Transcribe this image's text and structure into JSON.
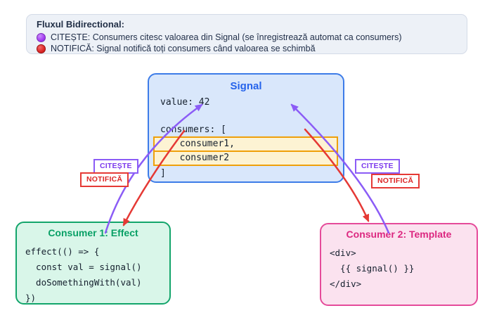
{
  "legend": {
    "title": "Fluxul Bidirectional:",
    "items": [
      {
        "icon": "purple-dot",
        "color": "#a33df0",
        "text": "CITEȘTE: Consumers citesc valoarea din Signal (se înregistrează automat ca consumers)"
      },
      {
        "icon": "red-dot",
        "color": "#dc2626",
        "text": "NOTIFICĂ: Signal notifică toți consumers când valoarea se schimbă"
      }
    ]
  },
  "signal_box": {
    "title": "Signal",
    "value_line": "value: 42",
    "consumers_open": "consumers: [",
    "consumer_rows": [
      "  consumer1,",
      "  consumer2"
    ],
    "close_bracket": "]"
  },
  "flow_labels": {
    "left_read": "CITEȘTE",
    "left_notify": "NOTIFICĂ",
    "right_read": "CITEȘTE",
    "right_notify": "NOTIFICĂ"
  },
  "consumer1_box": {
    "title": "Consumer 1: Effect",
    "code_lines": [
      "effect(() => {",
      "  const val = signal()",
      "  doSomethingWith(val)",
      "})"
    ]
  },
  "consumer2_box": {
    "title": "Consumer 2: Template",
    "code_lines": [
      "<div>",
      "  {{ signal() }}",
      "</div>"
    ]
  },
  "arrows": [
    {
      "name": "read-left",
      "meaning": "CITEȘTE",
      "color": "#8b5cf6"
    },
    {
      "name": "notify-left",
      "meaning": "NOTIFICĂ",
      "color": "#e53935"
    },
    {
      "name": "read-right",
      "meaning": "CITEȘTE",
      "color": "#8b5cf6"
    },
    {
      "name": "notify-right",
      "meaning": "NOTIFICĂ",
      "color": "#e53935"
    }
  ],
  "colors": {
    "signal_accent": "#2563eb",
    "signal_border": "#3d7ce8",
    "signal_bg": "#d9e7fb",
    "highlight_border": "#efa00b",
    "highlight_bg": "#fdf3d3",
    "consumer1_accent": "#09a066",
    "consumer2_accent": "#dc2780",
    "read_arrow": "#8b5cf6",
    "notify_arrow": "#e53935"
  }
}
